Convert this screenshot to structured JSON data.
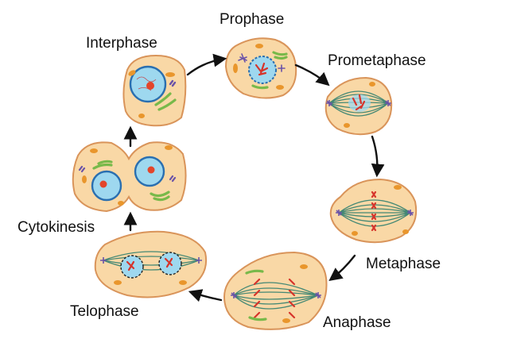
{
  "stages": {
    "interphase": "Interphase",
    "prophase": "Prophase",
    "prometaphase": "Prometaphase",
    "metaphase": "Metaphase",
    "anaphase": "Anaphase",
    "telophase": "Telophase",
    "cytokinesis": "Cytokinesis"
  },
  "colors": {
    "cytoplasm": "#f9d8a6",
    "membrane": "#d9945a",
    "nucleus": "#9ed8ef",
    "nuclear_envelope": "#2a6fb0",
    "nucleolus": "#e3452b",
    "mitochondria": "#e9962c",
    "er": "#78b94a",
    "spindle": "#2f7f6f",
    "centrosome": "#6a52a8",
    "chromosome": "#d6342b",
    "arrow": "#111111"
  }
}
